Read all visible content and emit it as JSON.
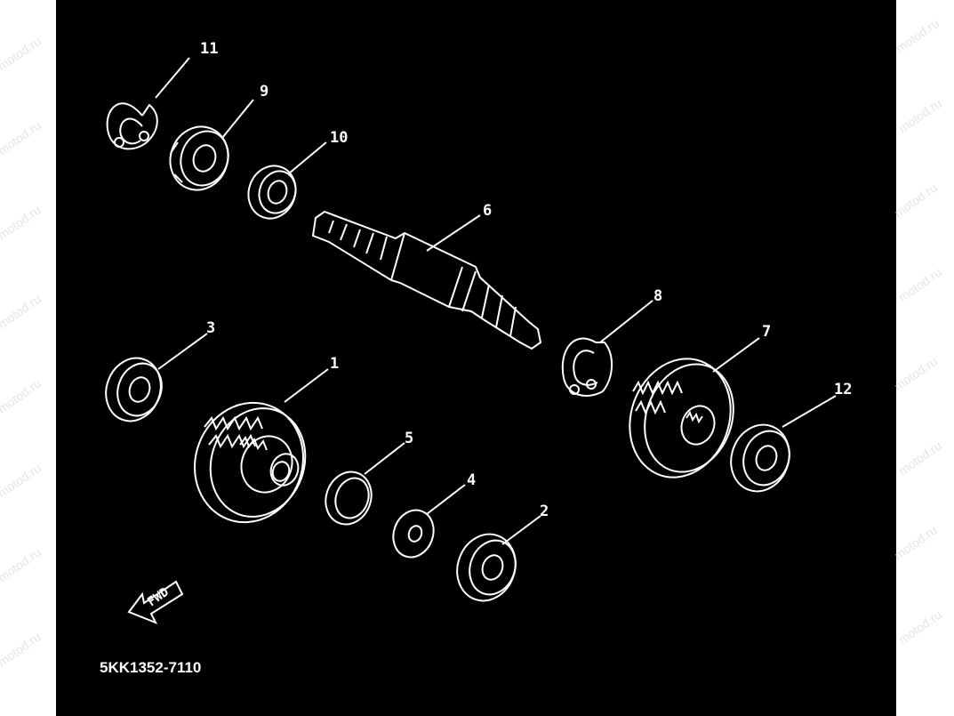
{
  "diagram": {
    "code": "5KK1352-7110",
    "fwd_label": "FWD",
    "watermark": "motod.ru",
    "colors": {
      "background": "#000000",
      "line": "#ffffff",
      "margin": "#ffffff"
    },
    "callouts": [
      "1",
      "2",
      "3",
      "4",
      "5",
      "6",
      "7",
      "8",
      "9",
      "10",
      "11",
      "12"
    ]
  }
}
